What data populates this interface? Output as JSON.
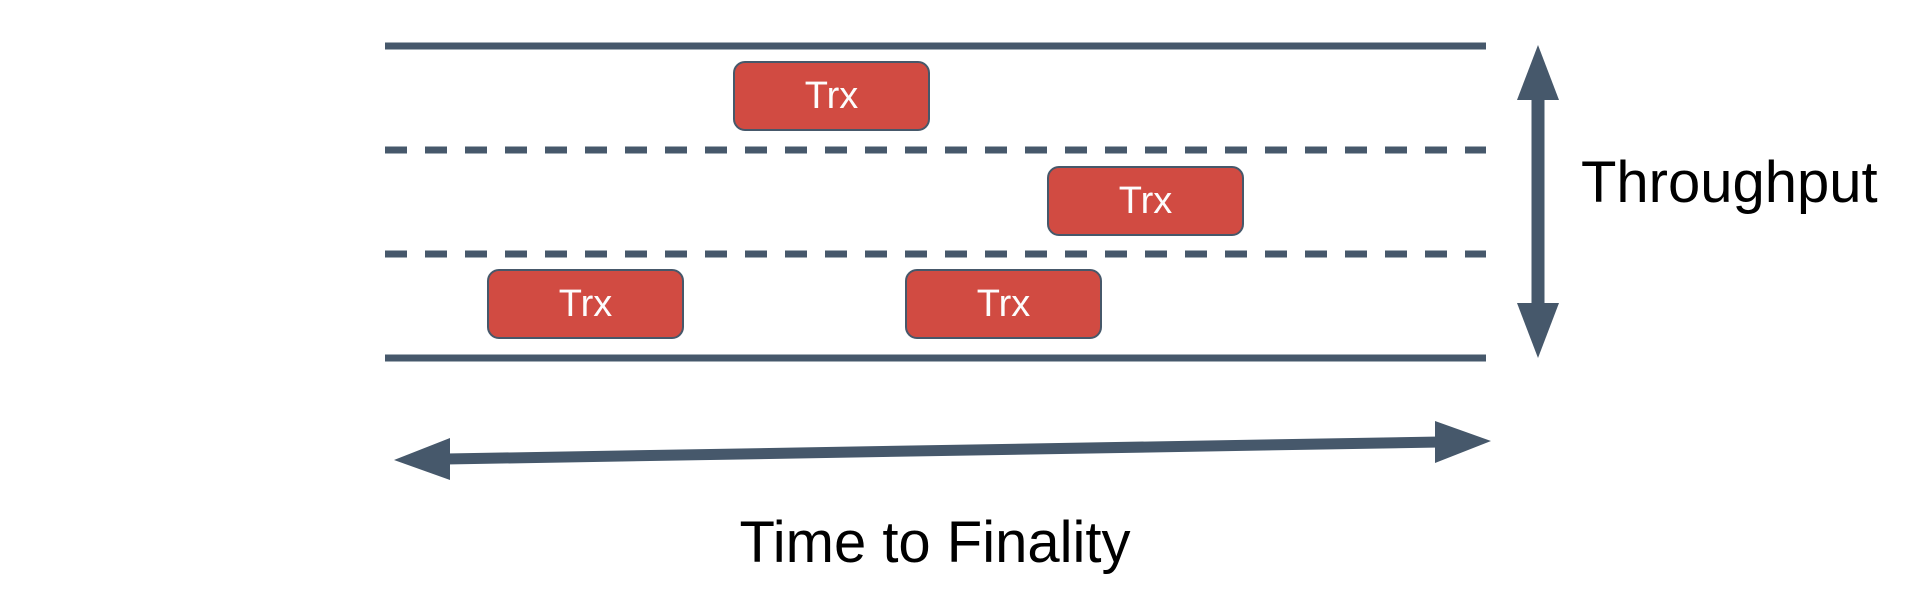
{
  "diagram": {
    "type": "road-lane-diagram",
    "lane_count": 3,
    "labels": {
      "throughput": "Throughput",
      "time_to_finality": "Time to Finality"
    },
    "transactions": [
      {
        "label": "Trx",
        "lane": 1
      },
      {
        "label": "Trx",
        "lane": 2
      },
      {
        "label": "Trx",
        "lane": 3
      },
      {
        "label": "Trx",
        "lane": 3
      }
    ]
  },
  "colors": {
    "slate": "#46586B",
    "trx_fill": "#D14B42",
    "trx_border": "#46586A",
    "trx_text": "#FDFDFD",
    "label_text": "#000000"
  }
}
